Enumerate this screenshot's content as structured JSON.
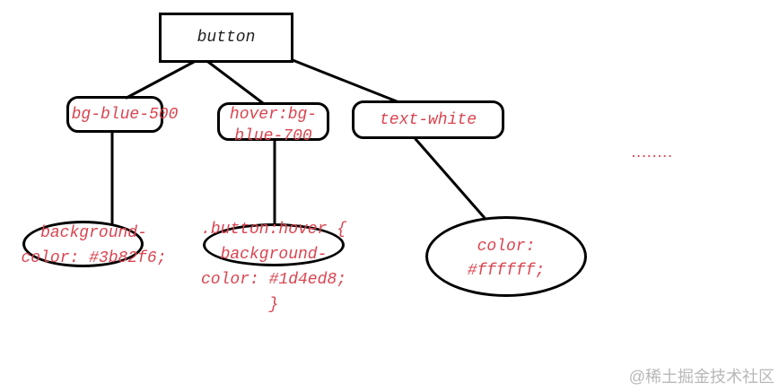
{
  "colors": {
    "node_border": "#000000",
    "edge": "#000000",
    "root_text": "#1f1f1f",
    "class_text": "#da4450",
    "watermark_text": "#b8b8b8"
  },
  "tree": {
    "root": {
      "label": "button"
    },
    "classes": [
      {
        "label": "bg-blue-500"
      },
      {
        "line1": "hover:bg-",
        "line2": "blue-700"
      },
      {
        "label": "text-white"
      }
    ],
    "css_values": [
      {
        "line1": "background-",
        "line2": "color: #3b82f6;"
      },
      {
        "line1": ".button:hover {",
        "line2": "background-",
        "line3": "color: #1d4ed8;",
        "line4": "}"
      },
      {
        "line1": "color:",
        "line2": "#ffffff;"
      }
    ],
    "ellipsis": "........"
  },
  "watermark": "@稀土掘金技术社区"
}
